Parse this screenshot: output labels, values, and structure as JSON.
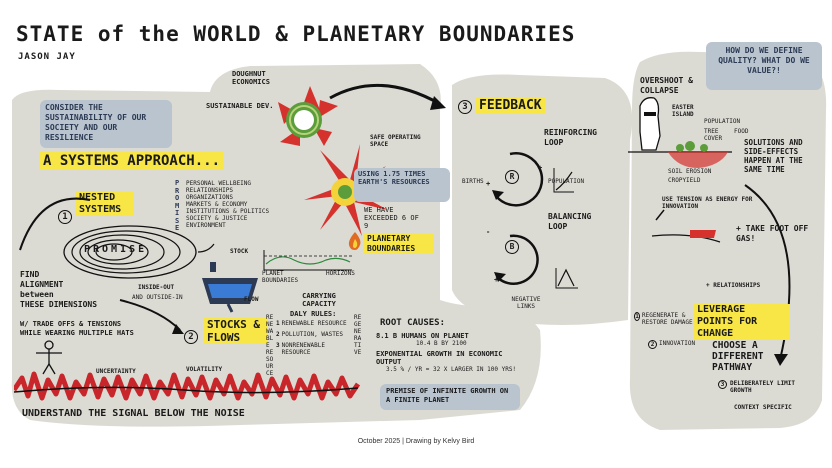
{
  "header": {
    "title": "STATE of the WORLD & PLANETARY BOUNDARIES",
    "author": "JASON JAY"
  },
  "left": {
    "consider": "CONSIDER the SUSTAINABILITY of OUR SOCIETY and OUR RESILIENCE",
    "systems_approach": "A SYSTEMS APPROACH...",
    "nested_number": "1",
    "nested_systems": "NESTED SYSTEMS",
    "promise_vertical": "PROMISE",
    "promise_items": [
      "PERSONAL WELLBEING",
      "RELATIONSHIPS",
      "ORGANIZATIONS",
      "MARKETS & ECONOMY",
      "INSTITUTIONS & POLITICS",
      "SOCIETY & JUSTICE",
      "ENVIRONMENT"
    ],
    "promise_oval": "PROMISE",
    "inside_out": "INSIDE-OUT",
    "outside_in": "and OUTSIDE-IN",
    "alignment": [
      "FIND",
      "ALIGNMENT",
      "between",
      "THESE DIMENSIONS"
    ],
    "tradeoffs": "W/ TRADE OFFS & TENSIONS WHILE WEARING MULTIPLE HATS",
    "uncertainty": "UNCERTAINTY",
    "volatility": "VOLATILITY",
    "signal": "UNDERSTAND the SIGNAL below the NOISE"
  },
  "middle": {
    "doughnut": "DOUGHNUT ECONOMICS",
    "sustainable_dev": "SUSTAINABLE DEV.",
    "safe_space": "SAFE OPERATING SPACE",
    "using": "USING 1.75 TIMES EARTH'S RESOURCES",
    "exceeded": "WE HAVE EXCEEDED 6 of 9",
    "planetary_boundaries": "PLANETARY BOUNDARIES",
    "stock": "STOCK",
    "planet_boundaries_graph": "PLANET BOUNDARIES",
    "horizons": "HORIZONS",
    "flow": "FLOW",
    "stocks_number": "2",
    "stocks_flows": "STOCKS & FLOWS",
    "renewable_side": "RENEWABLE RESOURCE",
    "carrying": "CARRYING CAPACITY",
    "daly": "DALY RULES:",
    "rules": [
      "RENEWABLE RESOURCE",
      "POLLUTION, WASTES",
      "NONRENEWABLE RESOURCE"
    ],
    "rule_numbers": [
      "1",
      "2",
      "3"
    ],
    "regenerative": "REGENERATIVE",
    "root_causes": "ROOT CAUSES:",
    "causes": [
      "8.1 B HUMANS on PLANET",
      "10.4 B by 2100",
      "EXPONENTIAL GROWTH in ECONOMIC OUTPUT",
      "3.5 % / YR = 32 x LARGER in 100 YRS!"
    ],
    "premise": "PREMISE of INFINITE GROWTH on a FINITE PLANET"
  },
  "feedback": {
    "number": "3",
    "title": "FEEDBACK",
    "reinforcing": "REINFORCING LOOP",
    "r": "R",
    "births": "BIRTHS",
    "population": "POPULATION",
    "balancing": "BALANCING LOOP",
    "bb": "B",
    "negative_links": "NEGATIVE LINKS",
    "plus": "+",
    "minus": "-"
  },
  "right": {
    "quality": "HOW DO WE DEFINE QUALITY? WHAT DO WE VALUE?!",
    "overshoot": "OVERSHOOT & COLLAPSE",
    "easter": "EASTER ISLAND",
    "population": "POPULATION",
    "trees": "TREE COVER",
    "food": "FOOD",
    "erosion": "SOIL EROSION",
    "cropyield": "CROPYIELD",
    "solutions": "SOLUTIONS and SIDE-EFFECTS HAPPEN at the SAME TIME",
    "tension": "USE TENSION as ENERGY for INNOVATION",
    "take_foot": "+ TAKE FOOT OFF GAS!",
    "relationships": "+ RELATIONSHIPS",
    "regenerate": "REGENERATE & RESTORE DAMAGE",
    "innovation": "INNOVATION",
    "leverage": "LEVERAGE POINTS for CHANGE",
    "choose": "CHOOSE A DIFFERENT PATHWAY",
    "limit": "DELIBERATELY LIMIT GROWTH",
    "context": "CONTEXT SPECIFIC",
    "nums": [
      "1",
      "2",
      "3"
    ]
  },
  "footer": {
    "credit": "October 2025 | Drawing by Kelvy Bird"
  }
}
